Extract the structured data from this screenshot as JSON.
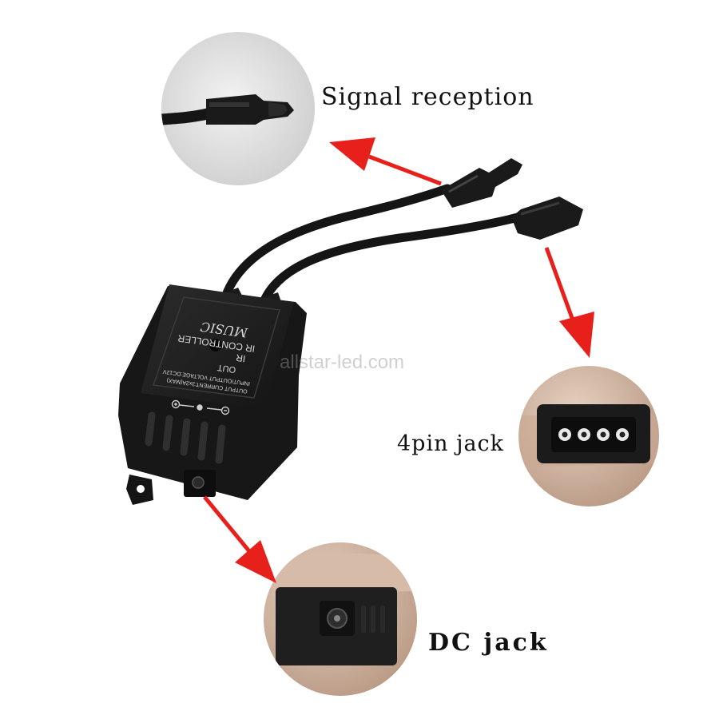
{
  "labels": {
    "signal_reception": "Signal reception",
    "four_pin_jack": "4pin jack",
    "dc_jack": "DC jack"
  },
  "watermark": "allstar-led.com",
  "controller_text": {
    "brand": "MUSIC",
    "title": "IR CONTROLLER",
    "mode": "IR",
    "port": "OUT",
    "spec_voltage": "INPUT/OUTPUT VOLTAGE:DC12V",
    "spec_current": "OUTPUT CURRENT:3x2A(MAX)"
  },
  "colors": {
    "arrow": "#e8201c",
    "device": "#1e1e1e",
    "background": "#ffffff"
  }
}
